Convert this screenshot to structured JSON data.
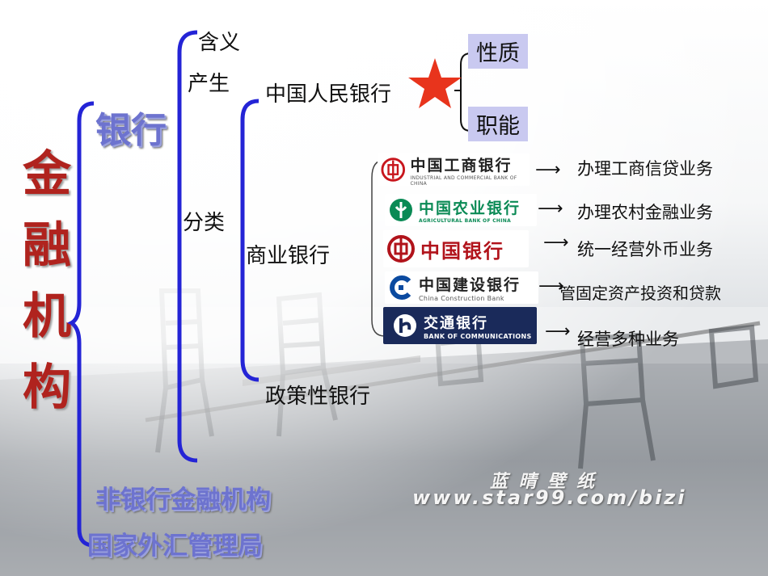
{
  "title_chars": [
    "金",
    "融",
    "机",
    "构"
  ],
  "branches": {
    "bank": "银行",
    "nonbank": "非银行金融机构",
    "forex": "国家外汇管理局"
  },
  "bank_children": {
    "meaning": "含义",
    "origin": "产生",
    "classification": "分类"
  },
  "categories": {
    "central": "中国人民银行",
    "commercial": "商业银行",
    "policy": "政策性银行"
  },
  "central_props": {
    "nature": "性质",
    "function": "职能"
  },
  "commercial_banks": [
    {
      "name_cn": "中国工商银行",
      "name_en": "INDUSTRIAL AND COMMERCIAL BANK OF CHINA",
      "duty": "办理工商信贷业务"
    },
    {
      "name_cn": "中国农业银行",
      "name_en": "AGRICULTURAL BANK OF CHINA",
      "duty": "办理农村金融业务"
    },
    {
      "name_cn": "中国银行",
      "name_en": "",
      "duty": "统一经营外币业务"
    },
    {
      "name_cn": "中国建设银行",
      "name_en": "China Construction Bank",
      "duty": "管固定资产投资和贷款"
    },
    {
      "name_cn": "交通银行",
      "name_en": "BANK OF COMMUNICATIONS",
      "duty": "经营多种业务"
    }
  ],
  "watermark": {
    "cn": "蓝 晴 壁 纸",
    "url": "www.star99.com/bizi"
  },
  "colors": {
    "title": "#b0231e",
    "branch_text": "#6d73cf",
    "bracket": "#2424d6",
    "tag_bg": "#c9c9f0",
    "star": "#e8341c",
    "icbc": "#c8161d",
    "abc": "#0a8a55",
    "boc": "#b1131b",
    "ccb": "#0b4aa0",
    "bocom": "#1a2a5a"
  }
}
